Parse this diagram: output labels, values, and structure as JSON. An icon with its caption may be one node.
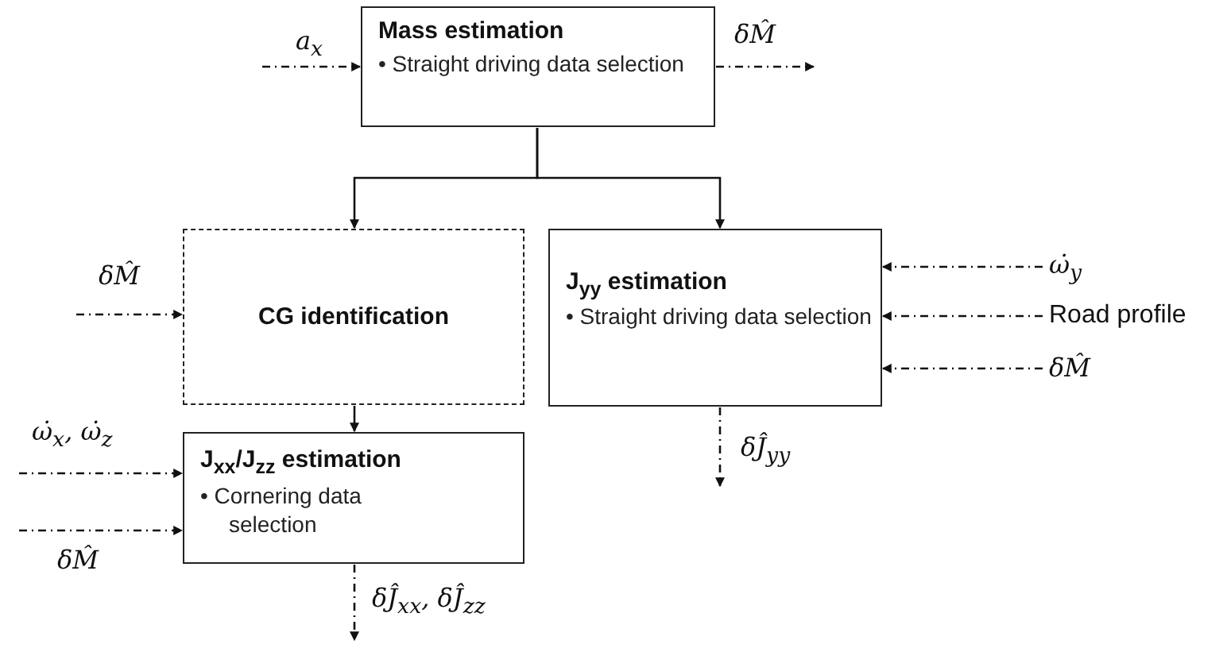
{
  "diagram": {
    "nodes": [
      {
        "text": [
          "Mass estimation",
          "• Straight driving data selection"
        ]
      },
      {
        "text": [
          "CG identification"
        ]
      },
      {
        "text": [
          "J$_{yy}$ estimation",
          "• Straight driving data selection"
        ]
      },
      {
        "text": [
          "J$_{xx}$/J$_{zz}$ estimation",
          "• Cornering data selection"
        ]
      },
      {
        "text": [
          "ω̇$_{y}$"
        ]
      },
      {
        "text": [
          "Road profile"
        ]
      },
      {
        "text": [
          "δM̂"
        ]
      }
    ],
    "edges": [
      {
        "from": null,
        "to": 0,
        "arrow": "to",
        "label": "a$_{x}$",
        "style": "dashed"
      },
      {
        "from": 0,
        "to": null,
        "arrow": "to",
        "label": "δM̂",
        "style": "dashed"
      },
      {
        "from": 0,
        "to": 1,
        "arrow": "to"
      },
      {
        "from": 0,
        "to": 2,
        "arrow": "to"
      },
      {
        "from": null,
        "to": 1,
        "arrow": "to",
        "label": "δM̂",
        "style": "dashed"
      },
      {
        "from": 4,
        "to": 2,
        "arrow": "to",
        "style": "dashed"
      },
      {
        "from": 5,
        "to": 2,
        "arrow": "to",
        "style": "dashed"
      },
      {
        "from": 6,
        "to": 2,
        "arrow": "to",
        "style": "dashed"
      },
      {
        "from": 1,
        "to": 3,
        "arrow": "to"
      },
      {
        "from": null,
        "to": 3,
        "arrow": "to",
        "label": "ω̇$_{x}$, ω̇$_{z}$",
        "style": "dashed"
      },
      {
        "from": null,
        "to": 3,
        "arrow": "to",
        "label": "δM̂",
        "style": "dashed"
      },
      {
        "from": 2,
        "to": null,
        "arrow": "to",
        "label": "δĴ$_{yy}$",
        "style": "dashed"
      },
      {
        "from": 3,
        "to": null,
        "arrow": "to",
        "label": "δĴ$_{xx}$, δĴ$_{zz}$",
        "style": "dashed"
      }
    ]
  }
}
